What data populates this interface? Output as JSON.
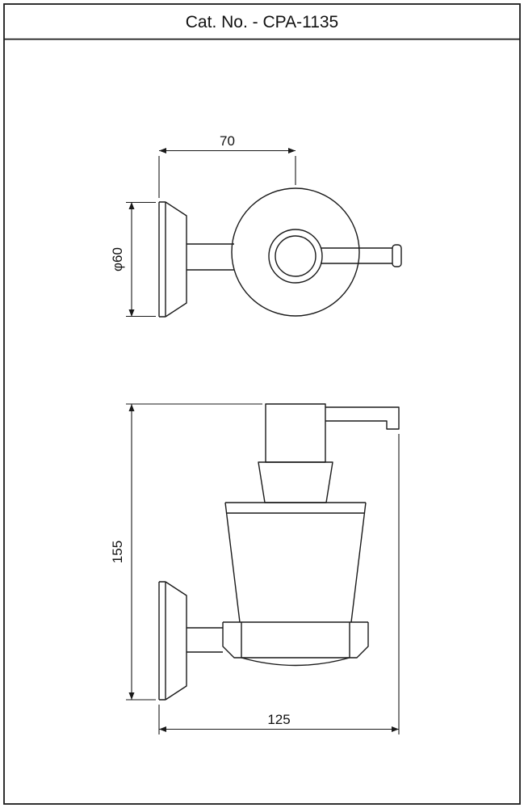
{
  "header": {
    "catalog_label": "Cat. No. - CPA-1135"
  },
  "dimensions": {
    "top_view_width": "70",
    "top_view_diameter": "φ60",
    "front_view_height": "155",
    "front_view_depth": "125"
  }
}
